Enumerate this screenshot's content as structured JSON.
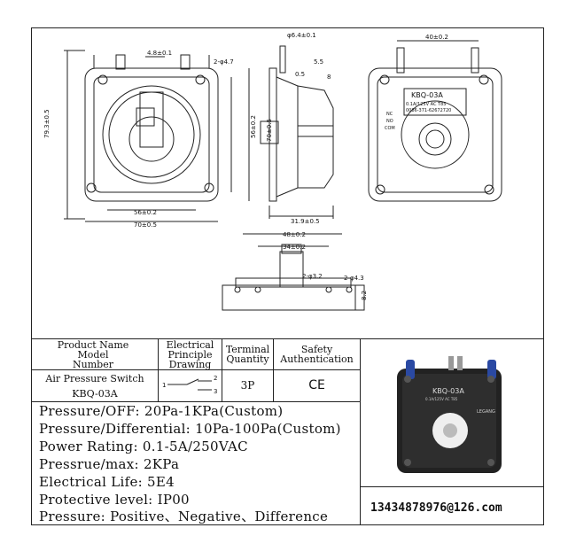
{
  "drawing": {
    "front": {
      "top_dim": "4.8±0.1",
      "hole_dim": "2-φ4.7",
      "height_dim": "79.3±0.5",
      "inner_w": "56±0.2",
      "outer_w": "70±0.5",
      "inner_h": "56±0.2",
      "outer_h": "70±0.5"
    },
    "side": {
      "dia": "φ6.4±0.1",
      "d1": "5.5",
      "d2": "0.5",
      "d3": "8",
      "depth": "31.9±0.5"
    },
    "back": {
      "dim": "40±0.2",
      "model": "KBQ-03A",
      "rating": "0.1A/125V AC   T85",
      "code": "0086-371-62672720",
      "nc": "NC",
      "no": "NO",
      "com": "COM"
    },
    "bottom": {
      "d1": "48±0.2",
      "d2": "34±0.2",
      "dia": "2-φ3.2",
      "hole": "2-φ4.3",
      "h": "8.2"
    }
  },
  "table": {
    "headers": {
      "product": "Product Name Model Number",
      "electrical": "Electrical Principle Drawing",
      "terminal": "Terminal Quantity",
      "safety": "Safety Authentication"
    },
    "row": {
      "product_name": "Air Pressure Switch",
      "model": "KBQ-03A",
      "pin1": "1",
      "pin2": "2",
      "pin3": "3",
      "terminal": "3P",
      "safety": "CE"
    }
  },
  "specs": [
    "Pressure/OFF: 20Pa-1KPa(Custom)",
    "Pressure/Differential: 10Pa-100Pa(Custom)",
    "Power Rating: 0.1-5A/250VAC",
    "Pressrue/max: 2KPa",
    "Electrical Life: 5E4",
    "Protective level: IP00",
    "Pressure: Positive、Negative、Difference"
  ],
  "photo": {
    "model": "KBQ-03A",
    "rating": "0.1A/125V AC   T85",
    "brand": "LEGANG"
  },
  "email": "13434878976@126.com"
}
